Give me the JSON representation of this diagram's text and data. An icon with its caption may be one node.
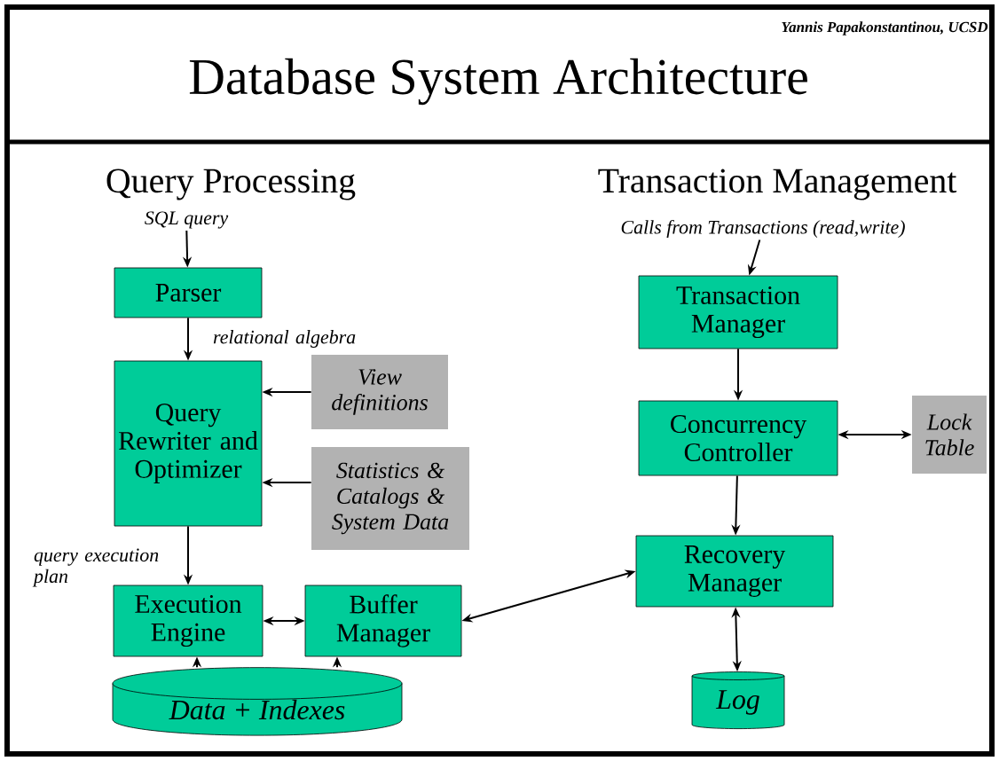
{
  "diagram": {
    "title": "Database System Architecture",
    "nodes": [
      {
        "text": [
          "SQL query"
        ]
      },
      {
        "text": [
          "Parser"
        ]
      },
      {
        "text": [
          "Query Rewriter and Optimizer"
        ]
      },
      {
        "text": [
          "View definitions"
        ]
      },
      {
        "text": [
          "Statistics & Catalogs & System Data"
        ]
      },
      {
        "text": [
          "Execution Engine"
        ]
      },
      {
        "text": [
          "Buffer Manager"
        ]
      },
      {
        "text": [
          "Data + Indexes"
        ]
      },
      {
        "text": [
          "Calls from Transactions (read,write)"
        ]
      },
      {
        "text": [
          "Transaction Manager"
        ]
      },
      {
        "text": [
          "Concurrency Controller"
        ]
      },
      {
        "text": [
          "Lock Table"
        ]
      },
      {
        "text": [
          "Recovery Manager"
        ]
      },
      {
        "text": [
          "Log"
        ]
      }
    ],
    "edges": [
      {
        "from": 0,
        "to": 1,
        "arrow": "to"
      },
      {
        "from": 1,
        "to": 2,
        "arrow": "to",
        "label": "relational algebra"
      },
      {
        "from": 3,
        "to": 2,
        "arrow": "to"
      },
      {
        "from": 4,
        "to": 2,
        "arrow": "to"
      },
      {
        "from": 2,
        "to": 5,
        "arrow": "to",
        "label": "query execution plan"
      },
      {
        "from": 5,
        "to": 6,
        "arrow": "both"
      },
      {
        "from": 7,
        "to": 5,
        "arrow": "to"
      },
      {
        "from": 7,
        "to": 6,
        "arrow": "to"
      },
      {
        "from": 6,
        "to": 12,
        "arrow": "both"
      },
      {
        "from": 8,
        "to": 9,
        "arrow": "to"
      },
      {
        "from": 9,
        "to": 10,
        "arrow": "to"
      },
      {
        "from": 10,
        "to": 11,
        "arrow": "both"
      },
      {
        "from": 10,
        "to": 12,
        "arrow": "to"
      },
      {
        "from": 12,
        "to": 13,
        "arrow": "both"
      }
    ],
    "labels": [
      "Yannis Papakonstantinou, UCSD",
      "Query Processing",
      "Transaction Management"
    ]
  }
}
